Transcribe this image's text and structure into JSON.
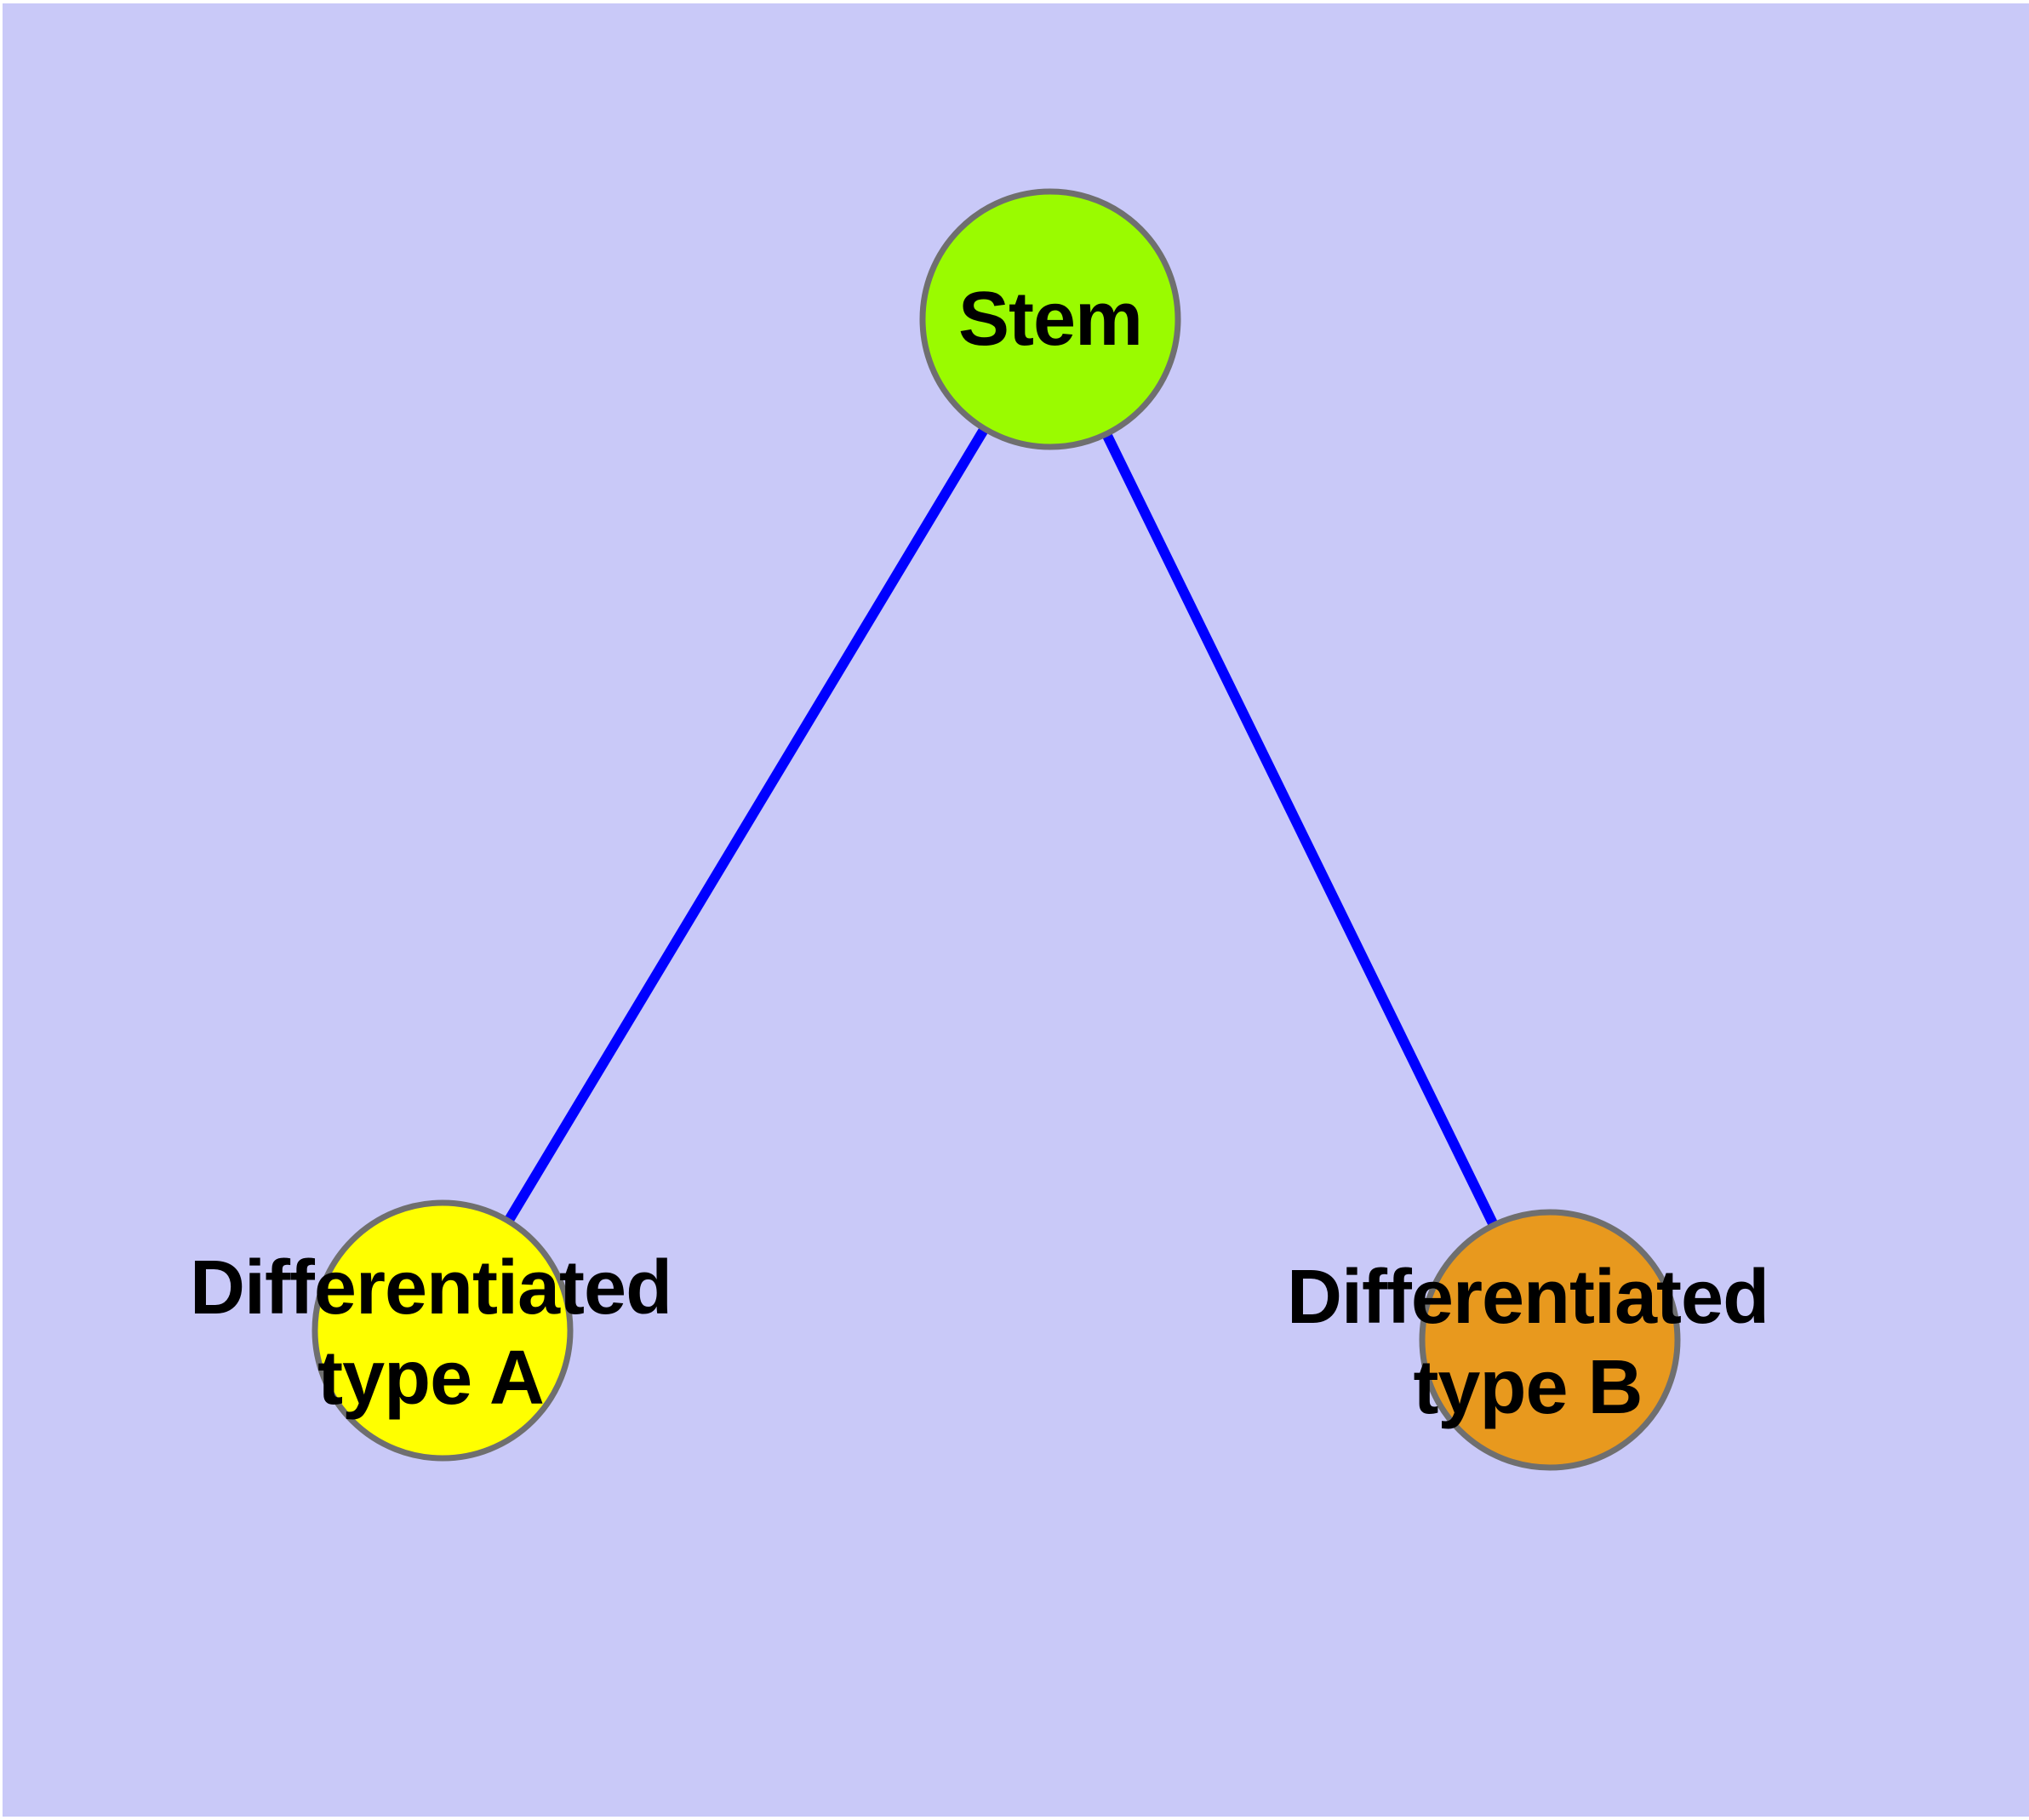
{
  "diagram": {
    "background_color": "#C9C9F8",
    "margin_color": "#FFFFFF",
    "edge_color": "#0000FF",
    "node_border_color": "#6F6F6F",
    "text_color": "#000000",
    "nodes": [
      {
        "id": "stem",
        "label": "Stem",
        "fill": "#9AFB00"
      },
      {
        "id": "type-a",
        "label": "Differentiated\ntype A",
        "fill": "#FFFF00"
      },
      {
        "id": "type-b",
        "label": "Differentiated\ntype B",
        "fill": "#E8991E"
      }
    ],
    "edges": [
      {
        "from": "stem",
        "to": "type-a"
      },
      {
        "from": "stem",
        "to": "type-b"
      }
    ]
  }
}
